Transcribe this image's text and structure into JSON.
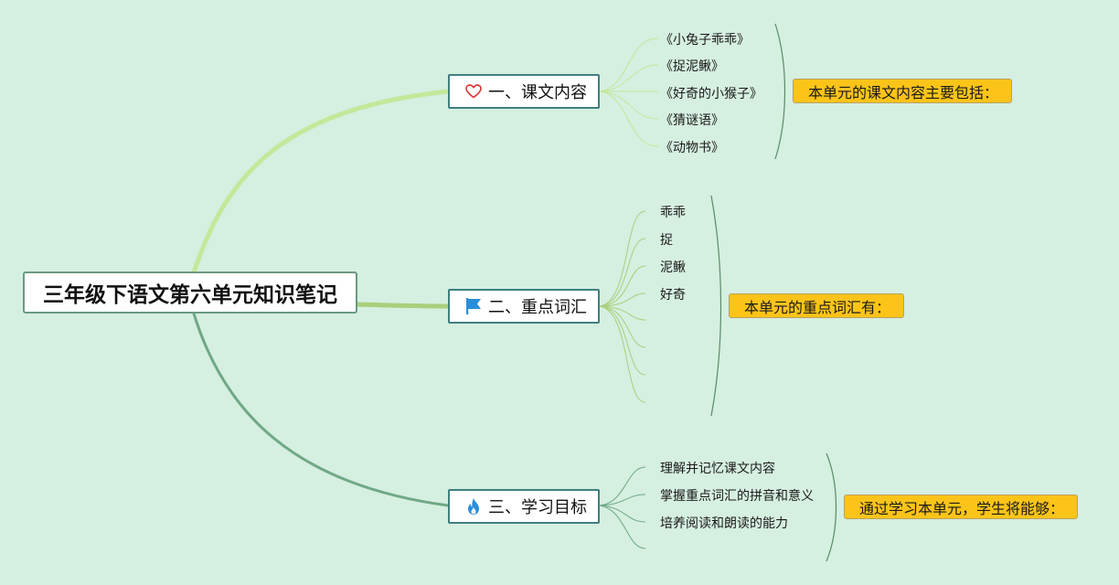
{
  "root": {
    "title": "三年级下语文第六单元知识笔记"
  },
  "branches": [
    {
      "label": "一、课文内容",
      "icon": "heart-icon",
      "leaves": [
        "《小兔子乖乖》",
        "《捉泥鳅》",
        "《好奇的小猴子》",
        "《猜谜语》",
        "《动物书》"
      ],
      "summary": "本单元的课文内容主要包括："
    },
    {
      "label": "二、重点词汇",
      "icon": "flag-icon",
      "leaves": [
        "乖乖",
        "捉",
        "泥鳅",
        "好奇"
      ],
      "summary": "本单元的重点词汇有："
    },
    {
      "label": "三、学习目标",
      "icon": "fire-icon",
      "leaves": [
        "理解并记忆课文内容",
        "掌握重点词汇的拼音和意义",
        "培养阅读和朗读的能力"
      ],
      "summary": "通过学习本单元，学生将能够："
    }
  ],
  "colors": {
    "background": "#d5efe0",
    "branch1_line": "#c4e89a",
    "branch2_line": "#a9cf7c",
    "branch3_line": "#6fa886",
    "summary_fill": "#fcc419",
    "node_border": "#3f7f7f",
    "heart": "#d9302c",
    "flag": "#2b8fd8",
    "fire": "#2b8fd8"
  }
}
